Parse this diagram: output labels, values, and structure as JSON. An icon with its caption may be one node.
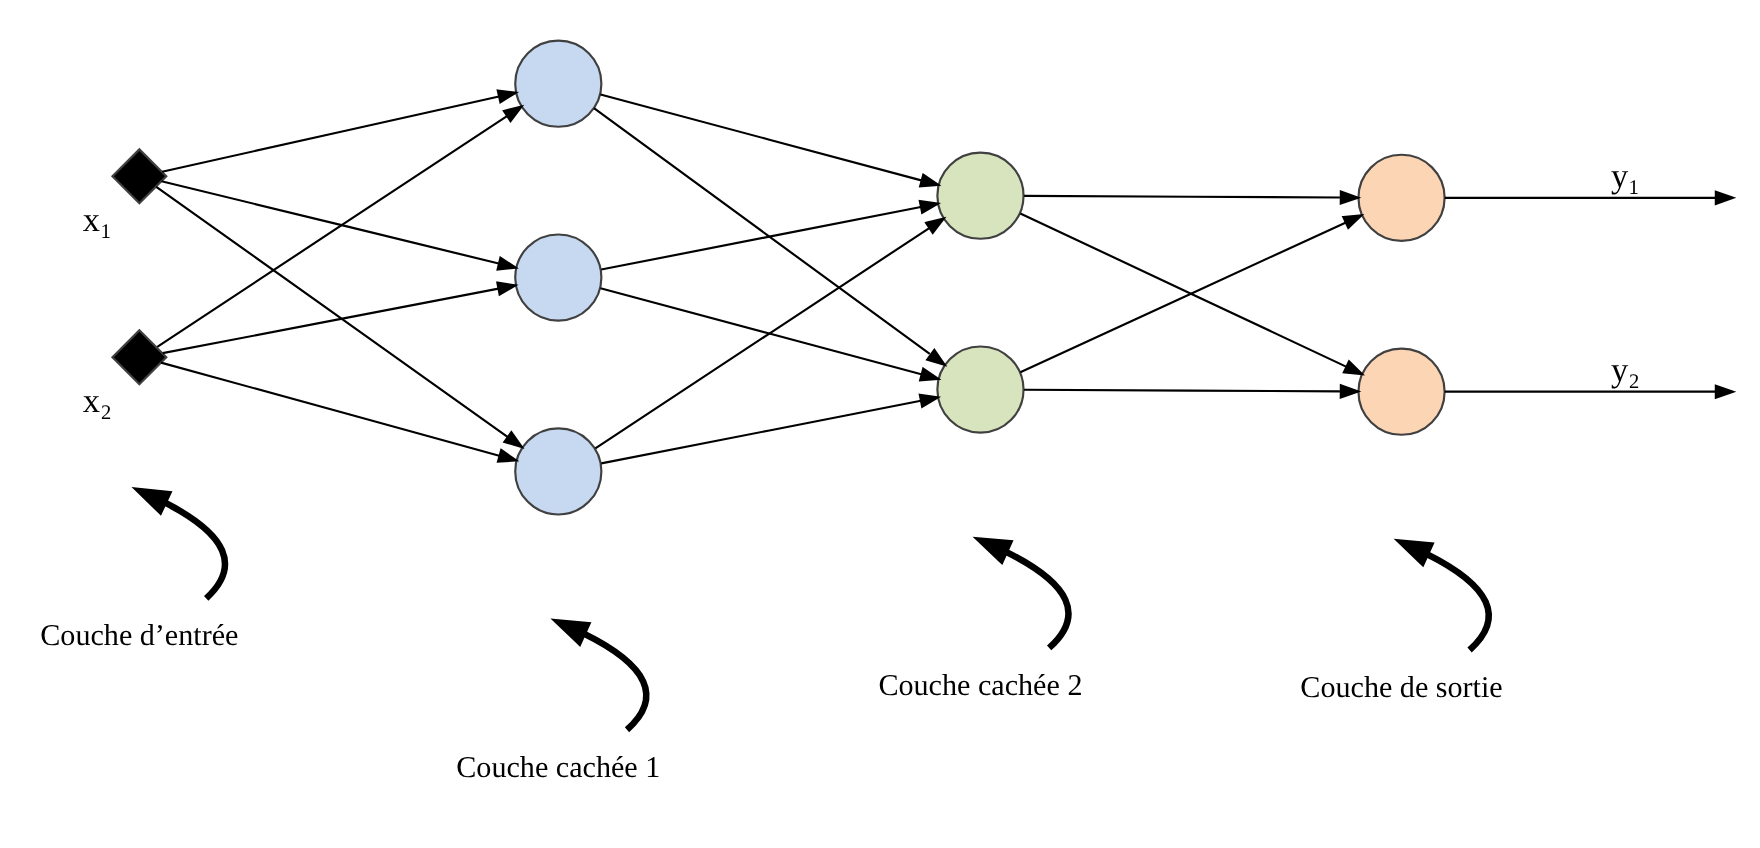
{
  "diagram": {
    "nodes": [
      {
        "text": [],
        "shape": "diamond",
        "beside": [
          "x₁"
        ]
      },
      {
        "text": [],
        "shape": "diamond",
        "beside": [
          "x₂"
        ]
      },
      {
        "text": [],
        "shape": "circle"
      },
      {
        "text": [],
        "shape": "circle"
      },
      {
        "text": [],
        "shape": "circle"
      },
      {
        "text": [],
        "shape": "circle"
      },
      {
        "text": [],
        "shape": "circle"
      },
      {
        "text": [],
        "shape": "circle"
      },
      {
        "text": [],
        "shape": "circle"
      },
      {
        "text": [
          "Couche d’entrée"
        ]
      },
      {
        "text": [
          "Couche cachée 1"
        ]
      },
      {
        "text": [
          "Couche cachée 2"
        ]
      },
      {
        "text": [
          "Couche de sortie"
        ]
      }
    ],
    "edges": [
      {
        "from": 0,
        "to": 2,
        "arrow": "to"
      },
      {
        "from": 0,
        "to": 3,
        "arrow": "to"
      },
      {
        "from": 0,
        "to": 4,
        "arrow": "to"
      },
      {
        "from": 1,
        "to": 2,
        "arrow": "to"
      },
      {
        "from": 1,
        "to": 3,
        "arrow": "to"
      },
      {
        "from": 1,
        "to": 4,
        "arrow": "to"
      },
      {
        "from": 2,
        "to": 5,
        "arrow": "to"
      },
      {
        "from": 2,
        "to": 6,
        "arrow": "to"
      },
      {
        "from": 3,
        "to": 5,
        "arrow": "to"
      },
      {
        "from": 3,
        "to": 6,
        "arrow": "to"
      },
      {
        "from": 4,
        "to": 5,
        "arrow": "to"
      },
      {
        "from": 4,
        "to": 6,
        "arrow": "to"
      },
      {
        "from": 5,
        "to": 7,
        "arrow": "to"
      },
      {
        "from": 5,
        "to": 8,
        "arrow": "to"
      },
      {
        "from": 6,
        "to": 7,
        "arrow": "to"
      },
      {
        "from": 6,
        "to": 8,
        "arrow": "to"
      },
      {
        "from": 7,
        "to": null,
        "arrow": "to",
        "label": "y₁"
      },
      {
        "from": 8,
        "to": null,
        "arrow": "to",
        "label": "y₂"
      },
      {
        "from": 9,
        "to": null,
        "arrow": "to",
        "style": "thick"
      },
      {
        "from": 10,
        "to": null,
        "arrow": "to",
        "style": "thick"
      },
      {
        "from": 11,
        "to": null,
        "arrow": "to",
        "style": "thick"
      },
      {
        "from": 12,
        "to": null,
        "arrow": "to",
        "style": "thick"
      }
    ]
  }
}
